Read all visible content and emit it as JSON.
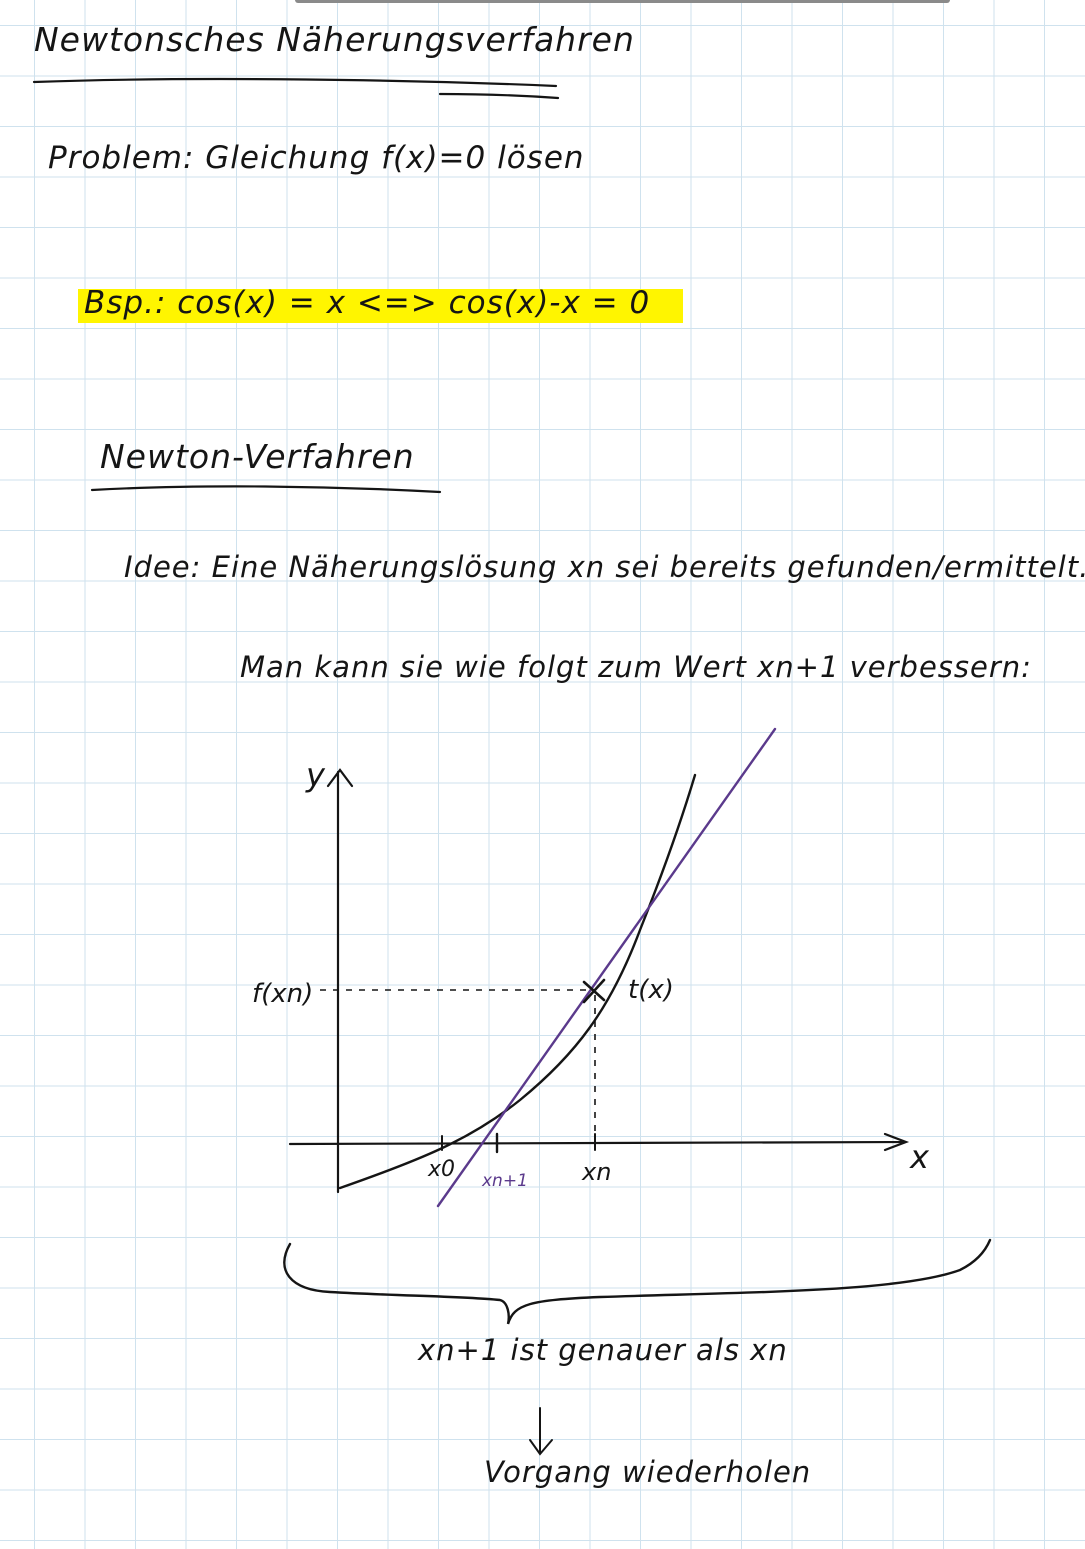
{
  "notes": {
    "title": "Newtonsches Näherungsverfahren",
    "problem": "Problem: Gleichung f(x)=0 lösen",
    "example": "Bsp.: cos(x) = x <=> cos(x)-x = 0",
    "subtitle": "Newton-Verfahren",
    "idea": "Idee: Eine Näherungslösung xn sei bereits gefunden/ermittelt.",
    "improve": "Man kann sie wie folgt zum Wert xn+1 verbessern:",
    "conclusion": "xn+1 ist genauer als xn",
    "repeat": "Vorgang wiederholen"
  },
  "graph": {
    "y_axis_label": "y",
    "x_axis_label": "x",
    "f_xn_label": "f(xn)",
    "tangent_label": "t(x)",
    "x0_label": "x0",
    "xn1_label": "xn+1",
    "xn_label": "xn"
  },
  "colors": {
    "highlight": "#fff500",
    "ink": "#151515",
    "tangent": "#5b3a8c",
    "grid": "#cfe2ee"
  }
}
